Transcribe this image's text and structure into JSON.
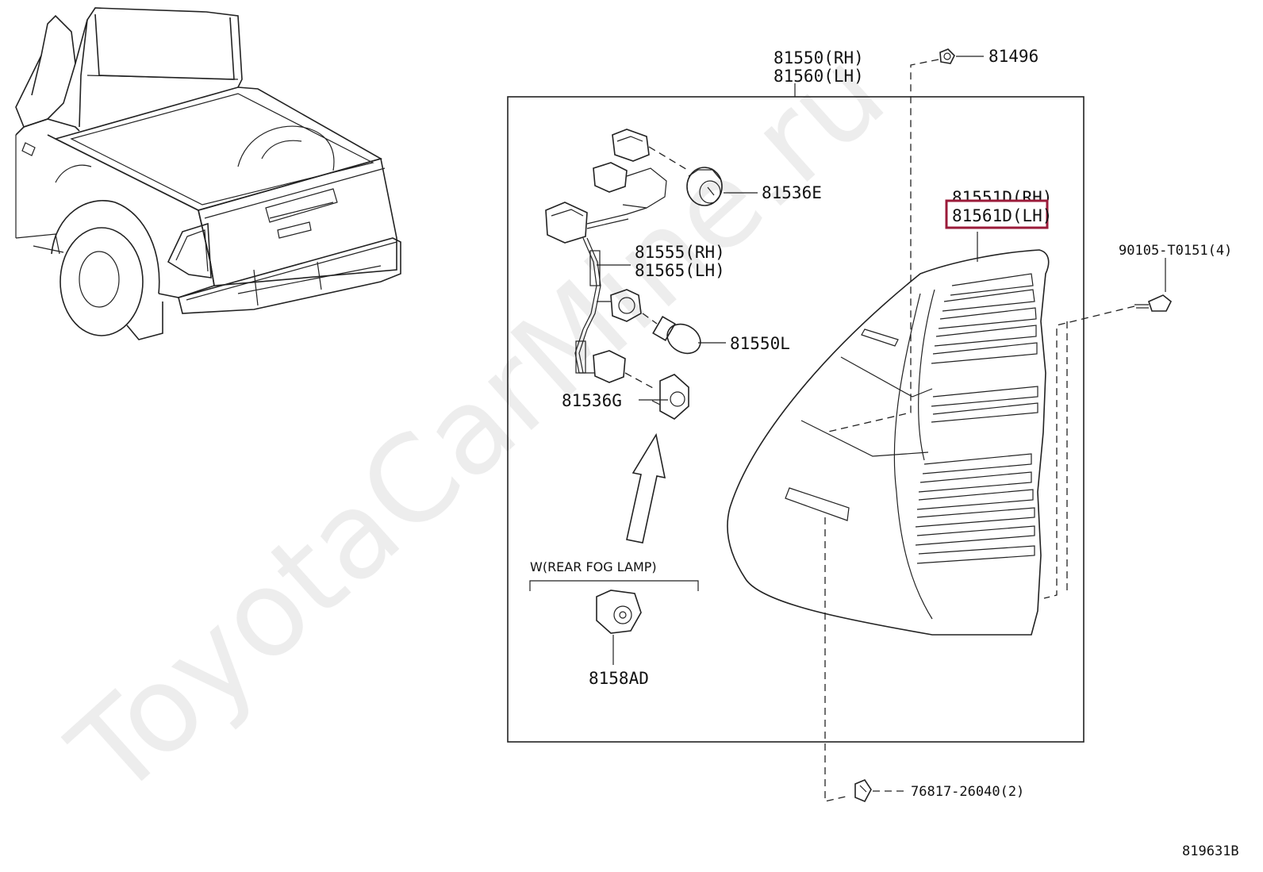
{
  "labels": {
    "tail_lamp_rh": "81550(RH)",
    "tail_lamp_lh": "81560(LH)",
    "clip_top": "81496",
    "socket_e": "81536E",
    "lens_rh": "81551D(RH)",
    "lens_lh": "81561D(LH)",
    "wire_rh": "81555(RH)",
    "wire_lh": "81565(LH)",
    "bulb": "81550L",
    "socket_g": "81536G",
    "bolt": "90105-T0151(4)",
    "fog_note": "W(REAR FOG LAMP)",
    "fog_socket": "8158AD",
    "clip_bottom": "76817-26040(2)",
    "diagram_id": "819631B"
  },
  "watermark": "ToyotaCarMine.ru",
  "highlight_color": "#9b1b3a"
}
